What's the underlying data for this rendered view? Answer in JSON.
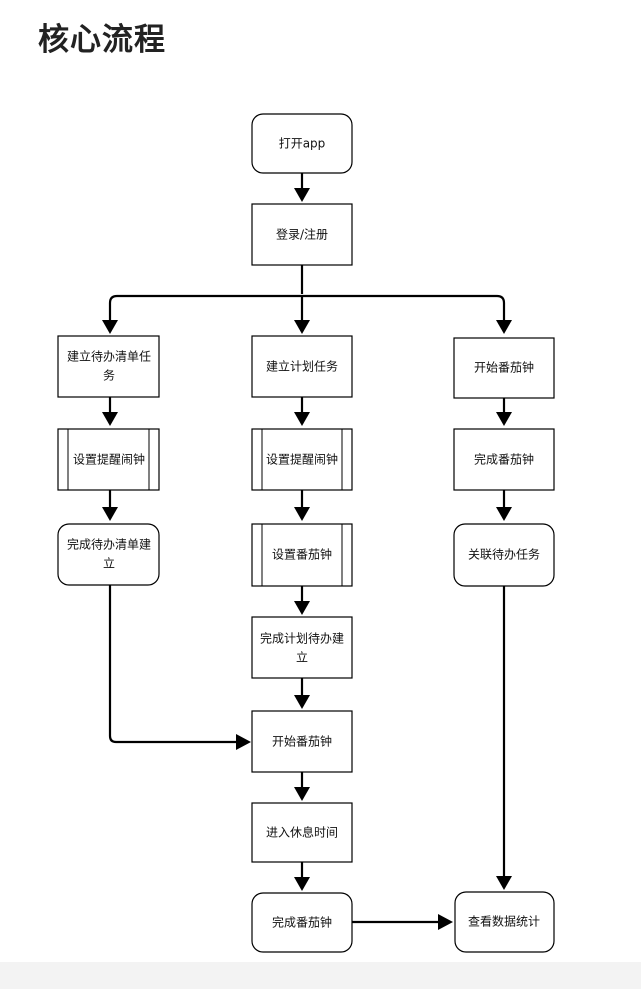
{
  "title": "核心流程",
  "nodes": {
    "open_app": "打开app",
    "login": "登录/注册",
    "todo_create": [
      "建立待办清单任",
      "务"
    ],
    "plan_create": "建立计划任务",
    "start_pomo_right": "开始番茄钟",
    "set_alarm_left": "设置提醒闹钟",
    "set_alarm_mid": "设置提醒闹钟",
    "finish_pomo_right": "完成番茄钟",
    "todo_done": [
      "完成待办清单建",
      "立"
    ],
    "set_pomo": "设置番茄钟",
    "link_todo": "关联待办任务",
    "plan_done": [
      "完成计划待办建",
      "立"
    ],
    "start_pomo_mid": "开始番茄钟",
    "rest_time": "进入休息时间",
    "finish_pomo_mid": "完成番茄钟",
    "stats": "查看数据统计"
  }
}
